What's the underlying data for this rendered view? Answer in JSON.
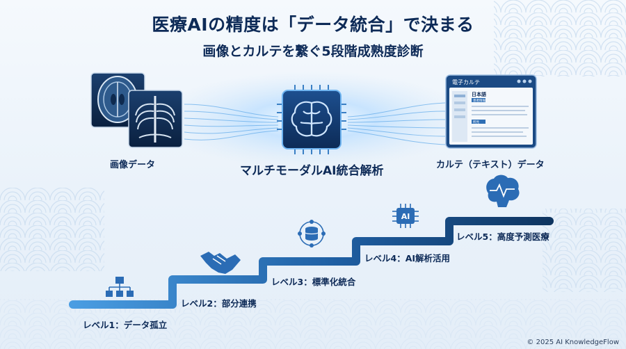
{
  "header": {
    "title": "医療AIの精度は「データ統合」で決まる",
    "subtitle": "画像とカルテを繋ぐ5段階成熟度診断"
  },
  "top": {
    "left_label": "画像データ",
    "center_label": "マルチモーダルAI統合解析",
    "right_label": "カルテ（テキスト）データ",
    "ehr_window": {
      "title": "電子カルテ",
      "heading": "日本語",
      "tag1": "患者情報",
      "tag2": "所見"
    },
    "chip_text": "AI"
  },
  "levels": [
    {
      "label": "レベル1：データ孤立",
      "icon": "hierarchy-icon"
    },
    {
      "label": "レベル2：部分連携",
      "icon": "handshake-icon"
    },
    {
      "label": "レベル3：標準化統合",
      "icon": "database-network-icon"
    },
    {
      "label": "レベル4：AI解析活用",
      "icon": "ai-chip-icon"
    },
    {
      "label": "レベル5：高度予測医療",
      "icon": "brain-pulse-icon"
    }
  ],
  "colors": {
    "navy": "#0d2a57",
    "accent": "#2f7fd0",
    "stair_start": "#4a9de2",
    "stair_end": "#0f3560"
  },
  "footer": "© 2025 AI KnowledgeFlow"
}
